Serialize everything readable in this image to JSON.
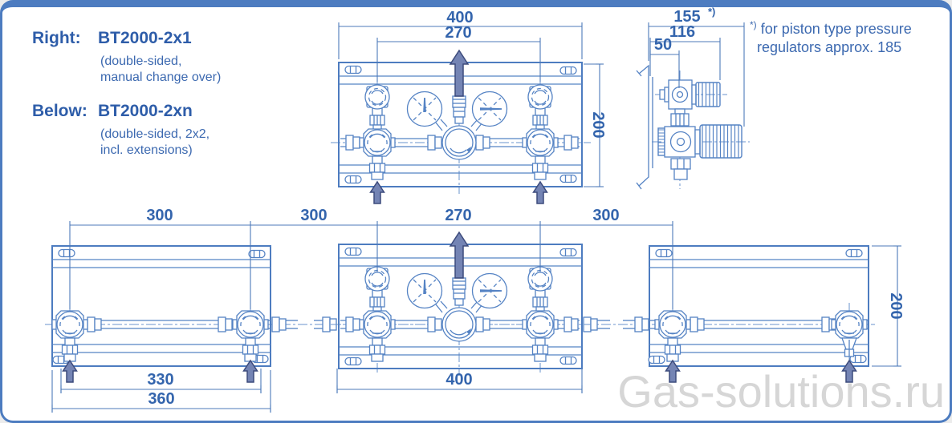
{
  "card": {
    "watermark": "Gas-solutions.ru"
  },
  "legend": {
    "right_label": "Right:",
    "right_model": "BT2000-2x1",
    "right_desc1": "(double-sided,",
    "right_desc2": "manual change over)",
    "below_label": "Below:",
    "below_model": "BT2000-2xn",
    "below_desc1": "(double-sided, 2x2,",
    "below_desc2": "incl. extensions)"
  },
  "front_view": {
    "dim_width": "400",
    "dim_ports": "270",
    "dim_height": "200"
  },
  "side_view": {
    "dim_total": "155",
    "footnote_marker": "*)",
    "dim_knob": "116",
    "dim_body": "50",
    "note_marker": "*)",
    "note_line1": "for piston type pressure",
    "note_line2": "regulators approx. 185"
  },
  "extended_view": {
    "dim_span1": "300",
    "dim_span2": "300",
    "dim_center": "270",
    "dim_span3": "300",
    "dim_holes": "330",
    "dim_ext_width": "360",
    "dim_main_width": "400",
    "dim_height": "200"
  }
}
